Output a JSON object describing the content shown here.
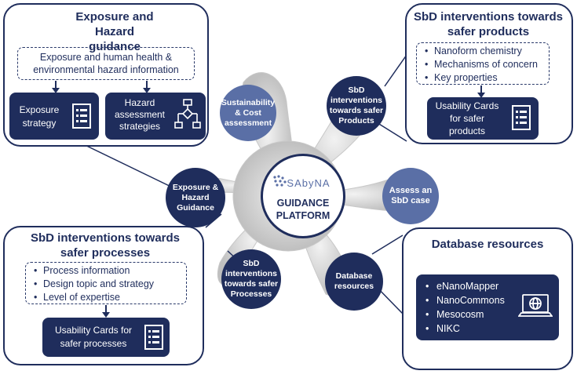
{
  "center": {
    "logo_text": "SAbyNA",
    "title": "GUIDANCE PLATFORM"
  },
  "nodes": [
    {
      "id": "sustainability",
      "label": "Sustainability & Cost assessment"
    },
    {
      "id": "products",
      "label": "SbD interventions towards safer Products"
    },
    {
      "id": "assess",
      "label": "Assess an SbD case"
    },
    {
      "id": "database",
      "label": "Database resources"
    },
    {
      "id": "processes",
      "label": "SbD interventions towards safer Processes"
    },
    {
      "id": "exposure",
      "label": "Exposure & Hazard Guidance"
    }
  ],
  "panel_exposure": {
    "title": "Exposure and Hazard guidance",
    "info": "Exposure and human health & environmental hazard information",
    "box1": "Exposure strategy",
    "box2": "Hazard assessment strategies",
    "icon1": "document-list-icon",
    "icon2": "flowchart-icon"
  },
  "panel_products": {
    "title": "SbD interventions towards safer products",
    "items": [
      "Nanoform chemistry",
      "Mechanisms of concern",
      "Key properties"
    ],
    "card": "Usability Cards for safer products",
    "icon": "document-list-icon"
  },
  "panel_processes": {
    "title": "SbD interventions towards safer processes",
    "items": [
      "Process information",
      "Design topic and strategy",
      "Level of expertise"
    ],
    "card": "Usability Cards for safer processes",
    "icon": "document-list-icon"
  },
  "panel_database": {
    "title": "Database resources",
    "items": [
      "eNanoMapper",
      "NanoCommons",
      "Mesocosm",
      "NIKC"
    ],
    "icon": "laptop-globe-icon"
  },
  "colors": {
    "navy": "#1f2d5c",
    "steel_blue": "#5a6fa6",
    "hub_grey": "#d9d9d9"
  }
}
